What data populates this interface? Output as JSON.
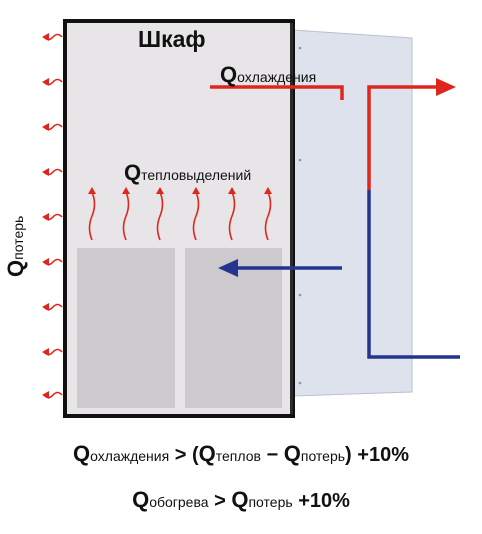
{
  "cabinet": {
    "title": "Шкаф"
  },
  "labels": {
    "cooling": {
      "q": "Q",
      "sub": "охлаждения"
    },
    "heat": {
      "q": "Q",
      "sub": "тепловыделений"
    },
    "losses": {
      "q": "Q",
      "sub": "потерь"
    }
  },
  "formula1": {
    "q1": "Q",
    "s1": "охлаждения",
    "op1": " > (",
    "q2": "Q",
    "s2": "теплов",
    "op2": " − ",
    "q3": "Q",
    "s3": "потерь",
    "op3": ") +10%"
  },
  "formula2": {
    "q1": "Q",
    "s1": "обогрева",
    "op1": " > ",
    "q2": "Q",
    "s2": "потерь",
    "op2": " +10%"
  },
  "colors": {
    "hot": "#e0261c",
    "cold": "#24348f",
    "cabinet_fill": "#e7e5e7",
    "door_fill": "#dde2ec",
    "module": "#cccacc",
    "frame": "#111111"
  }
}
